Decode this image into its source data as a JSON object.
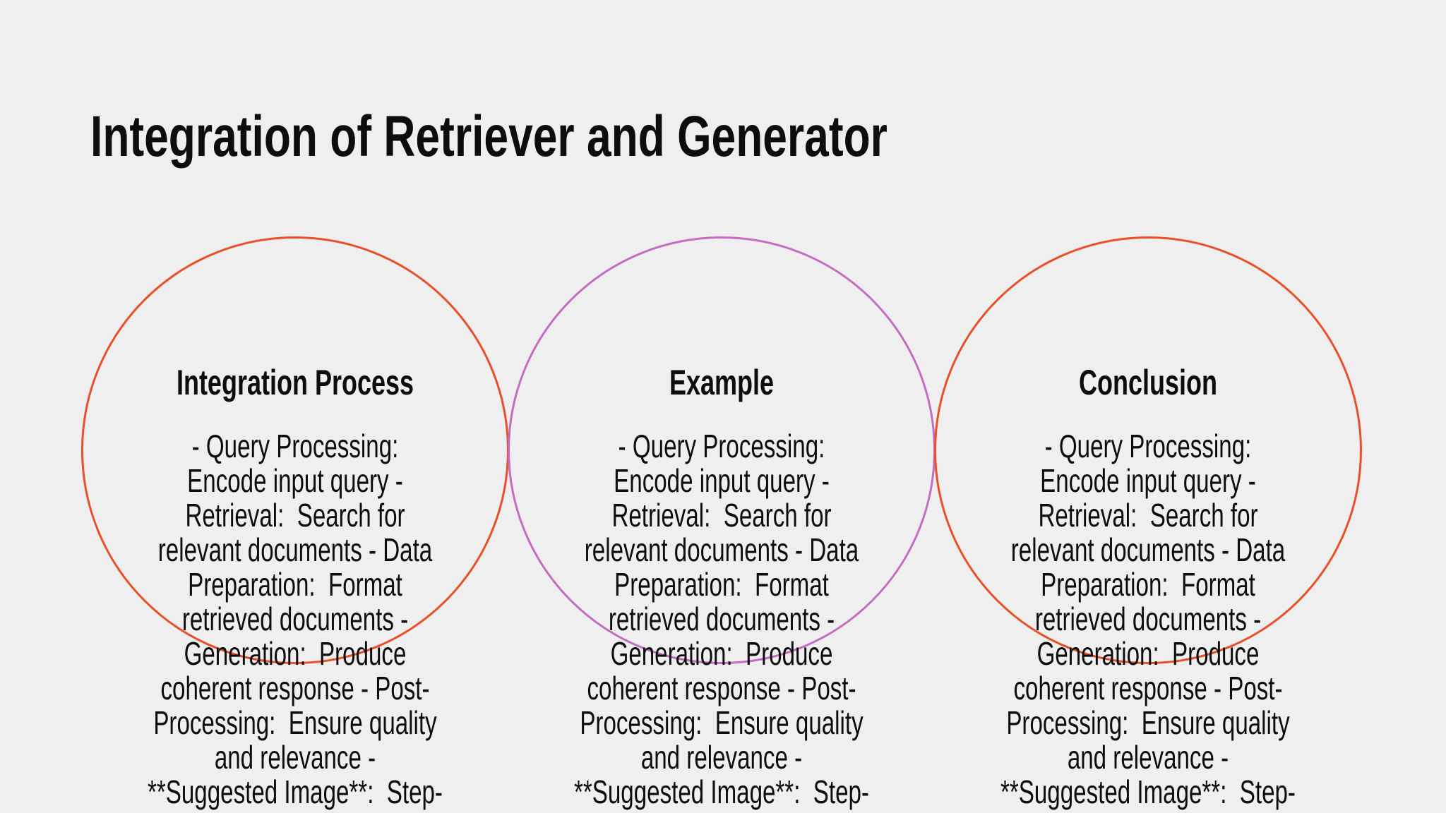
{
  "slide": {
    "title": "Integration of Retriever and Generator",
    "background_color": "#efefef",
    "text_color": "#0d0d0d"
  },
  "colors": {
    "orange_stroke": "#e8502a",
    "purple_stroke": "#c36ec3"
  },
  "circles": [
    {
      "heading": "Integration Process",
      "stroke_color": "#e8502a",
      "lines": [
        "- Query Processing:",
        "Encode input query -",
        "Retrieval:  Search for",
        "relevant documents - Data",
        "Preparation:  Format",
        "retrieved documents -",
        "Generation:  Produce",
        "coherent response - Post-",
        "Processing:  Ensure quality",
        "and relevance -",
        "**Suggested Image**:  Step-"
      ]
    },
    {
      "heading": "Example",
      "stroke_color": "#c36ec3",
      "lines": [
        "- Query Processing:",
        "Encode input query -",
        "Retrieval:  Search for",
        "relevant documents - Data",
        "Preparation:  Format",
        "retrieved documents -",
        "Generation:  Produce",
        "coherent response - Post-",
        "Processing:  Ensure quality",
        "and relevance -",
        "**Suggested Image**:  Step-"
      ]
    },
    {
      "heading": "Conclusion",
      "stroke_color": "#e8502a",
      "lines": [
        "- Query Processing:",
        "Encode input query -",
        "Retrieval:  Search for",
        "relevant documents - Data",
        "Preparation:  Format",
        "retrieved documents -",
        "Generation:  Produce",
        "coherent response - Post-",
        "Processing:  Ensure quality",
        "and relevance -",
        "**Suggested Image**:  Step-"
      ]
    }
  ]
}
